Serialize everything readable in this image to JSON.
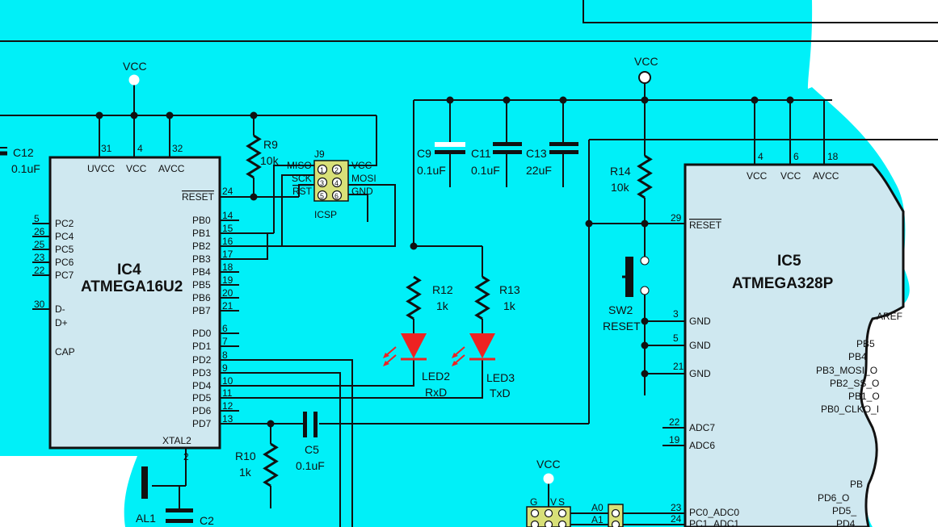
{
  "colors": {
    "background": "#00f0f8",
    "ic_fill": "#cfe8f0",
    "led": "#ee2222",
    "wire": "#111111",
    "icsp_fill": "#d8e078"
  },
  "ic4": {
    "name": "IC4",
    "part": "ATMEGA16U2",
    "top_pins": [
      {
        "num": "31",
        "label": "UVCC"
      },
      {
        "num": "4",
        "label": "VCC"
      },
      {
        "num": "32",
        "label": "AVCC"
      }
    ],
    "reset": {
      "num": "24",
      "label": "RESET"
    },
    "left_pins": [
      {
        "num": "5",
        "label": "PC2"
      },
      {
        "num": "26",
        "label": "PC4"
      },
      {
        "num": "25",
        "label": "PC5"
      },
      {
        "num": "23",
        "label": "PC6"
      },
      {
        "num": "22",
        "label": "PC7"
      },
      {
        "num": "30",
        "label": "D-"
      },
      {
        "num": "",
        "label": "D+"
      },
      {
        "num": "",
        "label": "CAP"
      }
    ],
    "right_pins": [
      {
        "num": "14",
        "label": "PB0"
      },
      {
        "num": "15",
        "label": "PB1"
      },
      {
        "num": "16",
        "label": "PB2"
      },
      {
        "num": "17",
        "label": "PB3"
      },
      {
        "num": "18",
        "label": "PB4"
      },
      {
        "num": "19",
        "label": "PB5"
      },
      {
        "num": "20",
        "label": "PB6"
      },
      {
        "num": "21",
        "label": "PB7"
      },
      {
        "num": "6",
        "label": "PD0"
      },
      {
        "num": "7",
        "label": "PD1"
      },
      {
        "num": "8",
        "label": "PD2"
      },
      {
        "num": "9",
        "label": "PD3"
      },
      {
        "num": "10",
        "label": "PD4"
      },
      {
        "num": "11",
        "label": "PD5"
      },
      {
        "num": "12",
        "label": "PD6"
      },
      {
        "num": "13",
        "label": "PD7"
      }
    ],
    "xtal": {
      "num": "2",
      "label": "XTAL2"
    }
  },
  "ic5": {
    "name": "IC5",
    "part": "ATMEGA328P",
    "top_pins": [
      {
        "num": "4",
        "label": "VCC"
      },
      {
        "num": "6",
        "label": "VCC"
      },
      {
        "num": "18",
        "label": "AVCC"
      }
    ],
    "reset": {
      "num": "29",
      "label": "RESET"
    },
    "gnd_pins": [
      {
        "num": "3",
        "label": "GND"
      },
      {
        "num": "5",
        "label": "GND"
      },
      {
        "num": "21",
        "label": "GND"
      }
    ],
    "adc_pins": [
      {
        "num": "22",
        "label": "ADC7"
      },
      {
        "num": "19",
        "label": "ADC6"
      }
    ],
    "pc_pins": [
      {
        "num": "23",
        "label": "PC0_ADC0"
      },
      {
        "num": "24",
        "label": "PC1_ADC1"
      }
    ],
    "right_labels": [
      "AREF",
      "PB5",
      "PB4",
      "PB3_MOSI_O",
      "PB2_SS_O",
      "PB1_O",
      "PB0_CLKO_I",
      "PB",
      "PD6_O",
      "PD5_",
      "PD4"
    ]
  },
  "vcc": [
    "VCC",
    "VCC",
    "VCC"
  ],
  "components": {
    "c12": {
      "ref": "C12",
      "value": "0.1uF"
    },
    "r9": {
      "ref": "R9",
      "value": "10k"
    },
    "j9": {
      "ref": "J9",
      "name": "ICSP",
      "left": [
        "MISO",
        "SCK",
        "RST"
      ],
      "right": [
        "VCC",
        "MOSI",
        "GND"
      ],
      "pins": [
        "1",
        "2",
        "3",
        "4",
        "5",
        "6"
      ]
    },
    "c9": {
      "ref": "C9",
      "value": "0.1uF"
    },
    "c11": {
      "ref": "C11",
      "value": "0.1uF"
    },
    "c13": {
      "ref": "C13",
      "value": "22uF"
    },
    "r14": {
      "ref": "R14",
      "value": "10k"
    },
    "r12": {
      "ref": "R12",
      "value": "1k"
    },
    "r13": {
      "ref": "R13",
      "value": "1k"
    },
    "led2": {
      "ref": "LED2",
      "label": "RxD"
    },
    "led3": {
      "ref": "LED3",
      "label": "TxD"
    },
    "sw2": {
      "ref": "SW2",
      "label": "RESET"
    },
    "r10": {
      "ref": "R10",
      "value": "1k"
    },
    "c5": {
      "ref": "C5",
      "value": "0.1uF"
    },
    "c2": {
      "ref": "C2"
    },
    "xtal1": {
      "ref": "AL1"
    },
    "header": {
      "cols": [
        "G",
        "V",
        "S"
      ],
      "pins": [
        "A0",
        "A1"
      ]
    }
  }
}
